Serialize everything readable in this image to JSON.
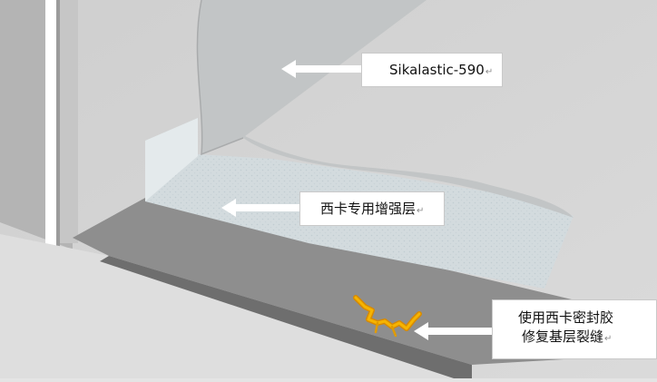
{
  "callouts": [
    {
      "text": "Sikalastic-590",
      "mark": "↵"
    },
    {
      "text": "西卡专用增强层",
      "mark": "↵"
    },
    {
      "line1": "使用西卡密封胶",
      "line2": "修复基层裂缝",
      "mark": "↵"
    }
  ],
  "colors": {
    "wall": "#d2d2d2",
    "membrane": "#c4c7c8",
    "reinforcement": "#d4dcdf",
    "floor": "#8e8e8e",
    "crack": "#f2a900",
    "arrow": "#ffffff"
  },
  "icons": [
    "arrow-left-icon",
    "crack-icon",
    "paragraph-mark-icon"
  ]
}
